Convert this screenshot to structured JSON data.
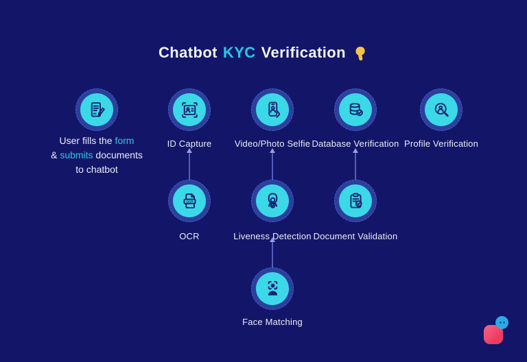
{
  "title": {
    "part1": "Chatbot",
    "highlight": "KYC",
    "part2": "Verification",
    "emoji": "pointing-down-hand"
  },
  "intro": {
    "l1a": "User fills the ",
    "l1b": "form",
    "l2a": "& ",
    "l2b": "submits",
    "l2c": " documents",
    "l3": "to chatbot"
  },
  "flow": {
    "row1": [
      {
        "id": "user-form",
        "label": "",
        "icon": "document-pencil-icon"
      },
      {
        "id": "id-capture",
        "label": "ID Capture",
        "icon": "id-card-scan-icon"
      },
      {
        "id": "video-photo-selfie",
        "label": "Video/Photo Selfie",
        "icon": "phone-selfie-icon"
      },
      {
        "id": "database-verification",
        "label": "Database Verification",
        "icon": "database-check-icon"
      },
      {
        "id": "profile-verification",
        "label": "Profile Verification",
        "icon": "profile-search-icon"
      }
    ],
    "row2": [
      {
        "id": "ocr",
        "label": "OCR",
        "icon": "ocr-document-icon",
        "icon_text": "OCR"
      },
      {
        "id": "liveness-detection",
        "label": "Liveness Detection",
        "icon": "face-check-icon"
      },
      {
        "id": "document-validation",
        "label": "Document Validation",
        "icon": "clipboard-check-icon"
      }
    ],
    "row3": [
      {
        "id": "face-matching",
        "label": "Face Matching",
        "icon": "face-scan-icon"
      }
    ]
  },
  "connections": [
    {
      "from": "ocr",
      "to": "id-capture"
    },
    {
      "from": "liveness-detection",
      "to": "video-photo-selfie"
    },
    {
      "from": "document-validation",
      "to": "database-verification"
    },
    {
      "from": "face-matching",
      "to": "liveness-detection"
    }
  ],
  "colors": {
    "background": "#131668",
    "circle_fill": "#3BD8E8",
    "circle_ring": "#2C3F9D",
    "icon_stroke": "#15226E",
    "text": "#E9ECF6",
    "accent_cyan": "#27C8E8",
    "arrow": "#545FBA",
    "hand_yellow": "#F6C445",
    "logo_pink": "#ED3B5F",
    "logo_blue": "#2BAAE3"
  }
}
